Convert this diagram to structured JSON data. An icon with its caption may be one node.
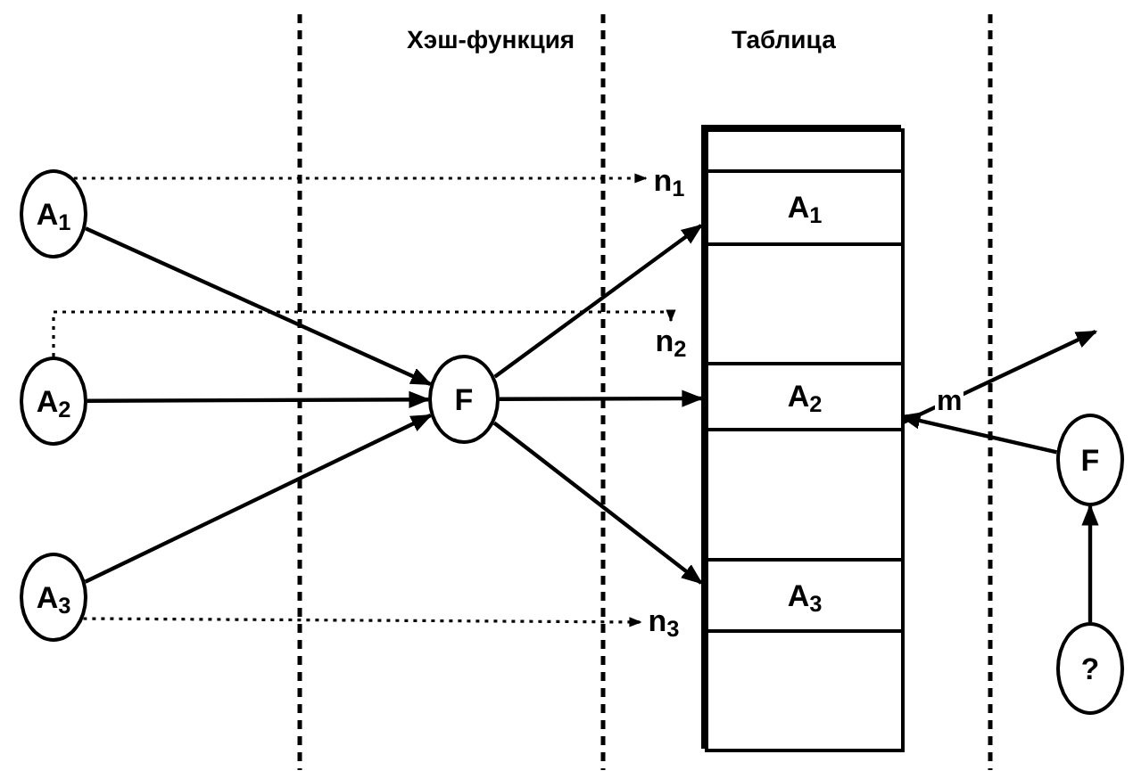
{
  "diagram": {
    "nodes": [
      {
        "text": [
          "A$_{1}$"
        ]
      },
      {
        "text": [
          "A$_{2}$"
        ]
      },
      {
        "text": [
          "A$_{3}$"
        ]
      },
      {
        "text": [
          "F"
        ]
      },
      {
        "text": [],
        "shape": "box"
      },
      {
        "text": [],
        "shape": "box",
        "in": 4
      },
      {
        "text": [
          "A$_{1}$"
        ],
        "in": 4
      },
      {
        "text": [],
        "shape": "box",
        "in": 4
      },
      {
        "text": [
          "A$_{2}$"
        ],
        "in": 4
      },
      {
        "text": [],
        "shape": "box",
        "in": 4
      },
      {
        "text": [
          "A$_{3}$"
        ],
        "in": 4
      },
      {
        "text": [],
        "shape": "box",
        "in": 4
      },
      {
        "text": [
          "n$_{1}$"
        ]
      },
      {
        "text": [
          "n$_{2}$"
        ]
      },
      {
        "text": [
          "n$_{3}$"
        ]
      },
      {
        "text": [
          "F"
        ]
      },
      {
        "text": [
          "?"
        ]
      }
    ],
    "edges": [
      {
        "from": 0,
        "to": 3,
        "arrow": "to"
      },
      {
        "from": 1,
        "to": 3,
        "arrow": "to"
      },
      {
        "from": 2,
        "to": 3,
        "arrow": "to"
      },
      {
        "from": 3,
        "to": 6,
        "arrow": "to"
      },
      {
        "from": 3,
        "to": 8,
        "arrow": "to"
      },
      {
        "from": 3,
        "to": 10,
        "arrow": "to"
      },
      {
        "from": 0,
        "to": 12,
        "arrow": "to",
        "style": "dashed"
      },
      {
        "from": 1,
        "to": 13,
        "arrow": "to",
        "style": "dashed"
      },
      {
        "from": 2,
        "to": 14,
        "arrow": "to",
        "style": "dashed"
      },
      {
        "from": 8,
        "to": null,
        "arrow": "to"
      },
      {
        "from": 15,
        "to": 8,
        "arrow": "to",
        "label": "m"
      },
      {
        "from": 16,
        "to": 15,
        "arrow": "to"
      }
    ],
    "labels": [
      "Хэш-функция",
      "Таблица"
    ]
  }
}
